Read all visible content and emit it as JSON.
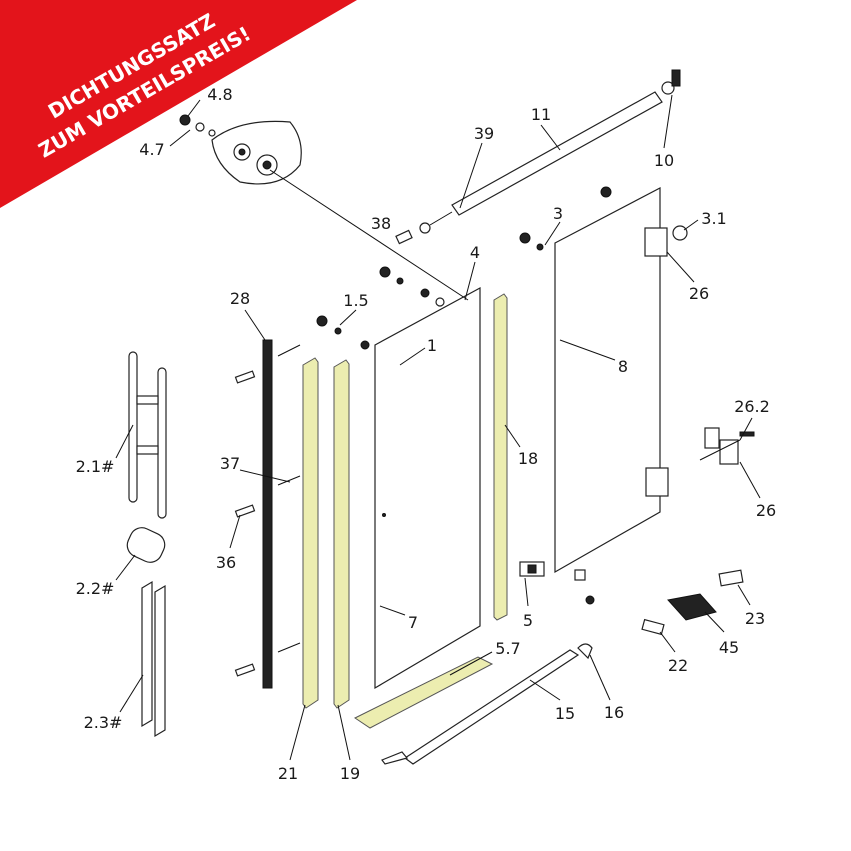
{
  "banner": {
    "line1": "DICHTUNGSSATZ",
    "line2": "ZUM VORTEILSPREIS!",
    "color": "#e3141b"
  },
  "labels": {
    "p4_8": "4.8",
    "p4_7": "4.7",
    "p11": "11",
    "p10": "10",
    "p39": "39",
    "p38": "38",
    "p3": "3",
    "p3_1": "3.1",
    "p4": "4",
    "p26a": "26",
    "p28": "28",
    "p1_5": "1.5",
    "p1": "1",
    "p8": "8",
    "p2_1": "2.1#",
    "p37": "37",
    "p18": "18",
    "p26_2": "26.2",
    "p26b": "26",
    "p36": "36",
    "p2_2": "2.2#",
    "p5": "5",
    "p23": "23",
    "p7": "7",
    "p5_7": "5.7",
    "p45": "45",
    "p22": "22",
    "p2_3": "2.3#",
    "p15": "15",
    "p16": "16",
    "p21": "21",
    "p19": "19"
  }
}
